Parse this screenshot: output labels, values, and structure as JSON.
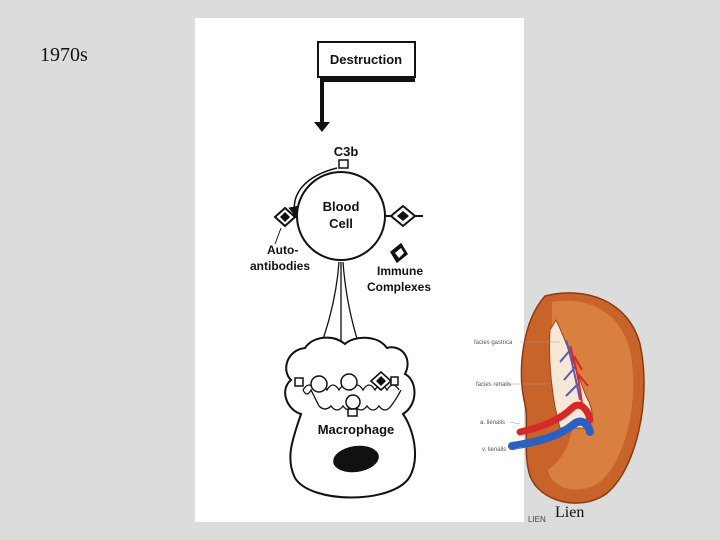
{
  "slide": {
    "title": "1970s",
    "caption": "Lien"
  },
  "diagram": {
    "destruction_label": "Destruction",
    "c3b_label": "C3b",
    "cell_label_line1": "Blood",
    "cell_label_line2": "Cell",
    "autoantibodies_line1": "Auto-",
    "autoantibodies_line2": "antibodies",
    "immune_complexes_line1": "Immune",
    "immune_complexes_line2": "Complexes",
    "macrophage_label": "Macrophage"
  },
  "spleen": {
    "labels": [
      "facies gastrica",
      "facies renalis",
      "a. lienalis",
      "v. lienalis"
    ],
    "corner_label": "LIEN"
  },
  "colors": {
    "spleen_fill": "#c8642a",
    "spleen_dark": "#a0421a",
    "artery": "#d62a2a",
    "vein": "#2c5fc0"
  }
}
